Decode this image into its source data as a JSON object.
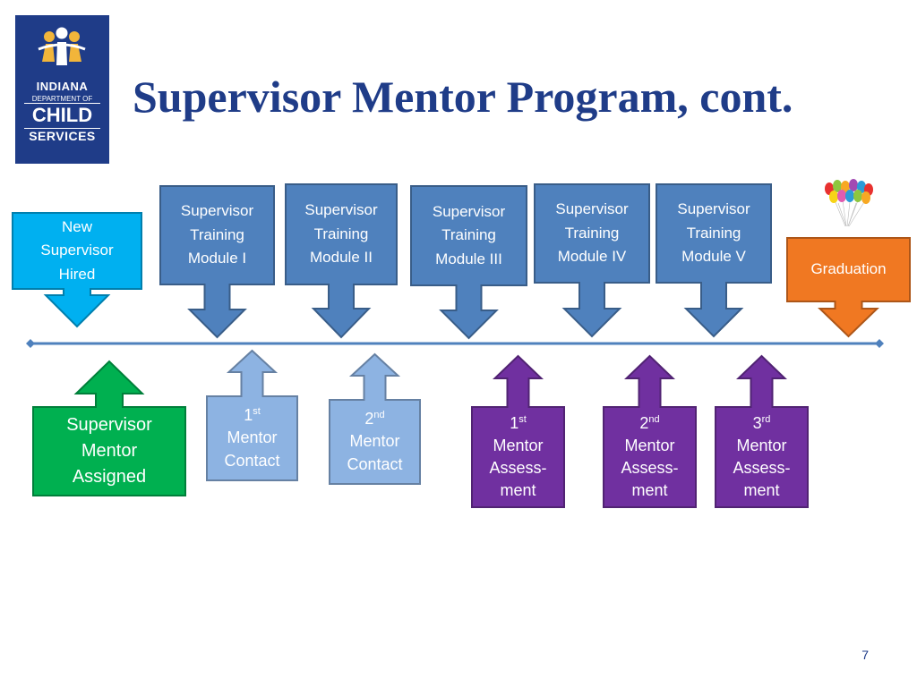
{
  "slide": {
    "title": "Supervisor Mentor Program, cont.",
    "page_number": "7"
  },
  "logo": {
    "line1": "INDIANA",
    "line2": "DEPARTMENT OF",
    "line3": "CHILD",
    "line4": "SERVICES"
  },
  "colors": {
    "title": "#1f3c88",
    "logo_bg": "#1f3c88",
    "new_hire": "#00b0f0",
    "training_module": "#4f81bd",
    "graduation": "#f07822",
    "mentor_assigned": "#00b050",
    "mentor_contact": "#8db3e2",
    "mentor_assessment": "#7030a0",
    "timeline": "#4f81bd"
  },
  "timeline": {
    "above": [
      {
        "id": "new-supervisor-hired",
        "text": "New Supervisor Hired",
        "lines": [
          "New",
          "Supervisor",
          "Hired"
        ],
        "kind": "new_hire"
      },
      {
        "id": "training-module-1",
        "text": "Supervisor Training Module I",
        "lines": [
          "Supervisor",
          "Training",
          "Module I"
        ],
        "kind": "training_module"
      },
      {
        "id": "training-module-2",
        "text": "Supervisor Training Module II",
        "lines": [
          "Supervisor",
          "Training",
          "Module II"
        ],
        "kind": "training_module"
      },
      {
        "id": "training-module-3",
        "text": "Supervisor Training Module III",
        "lines": [
          "Supervisor",
          "Training",
          "Module III"
        ],
        "kind": "training_module"
      },
      {
        "id": "training-module-4",
        "text": "Supervisor Training Module IV",
        "lines": [
          "Supervisor",
          "Training",
          "Module IV"
        ],
        "kind": "training_module"
      },
      {
        "id": "training-module-5",
        "text": "Supervisor Training Module V",
        "lines": [
          "Supervisor",
          "Training",
          "Module V"
        ],
        "kind": "training_module"
      },
      {
        "id": "graduation",
        "text": "Graduation",
        "lines": [
          "Graduation"
        ],
        "kind": "graduation"
      }
    ],
    "below": [
      {
        "id": "supervisor-mentor-assigned",
        "text": "Supervisor Mentor Assigned",
        "lines": [
          "Supervisor",
          "Mentor",
          "Assigned"
        ],
        "kind": "mentor_assigned"
      },
      {
        "id": "mentor-contact-1",
        "ordinal": "1",
        "suffix": "st",
        "lines": [
          "Mentor",
          "Contact"
        ],
        "kind": "mentor_contact"
      },
      {
        "id": "mentor-contact-2",
        "ordinal": "2",
        "suffix": "nd",
        "lines": [
          "Mentor",
          "Contact"
        ],
        "kind": "mentor_contact"
      },
      {
        "id": "mentor-assessment-1",
        "ordinal": "1",
        "suffix": "st",
        "lines": [
          "Mentor",
          "Assess-",
          "ment"
        ],
        "kind": "mentor_assessment"
      },
      {
        "id": "mentor-assessment-2",
        "ordinal": "2",
        "suffix": "nd",
        "lines": [
          "Mentor",
          "Assess-",
          "ment"
        ],
        "kind": "mentor_assessment"
      },
      {
        "id": "mentor-assessment-3",
        "ordinal": "3",
        "suffix": "rd",
        "lines": [
          "Mentor",
          "Assess-",
          "ment"
        ],
        "kind": "mentor_assessment"
      }
    ]
  },
  "icons": {
    "logo_figures": "people-figures-icon",
    "balloons": "balloons-icon"
  }
}
